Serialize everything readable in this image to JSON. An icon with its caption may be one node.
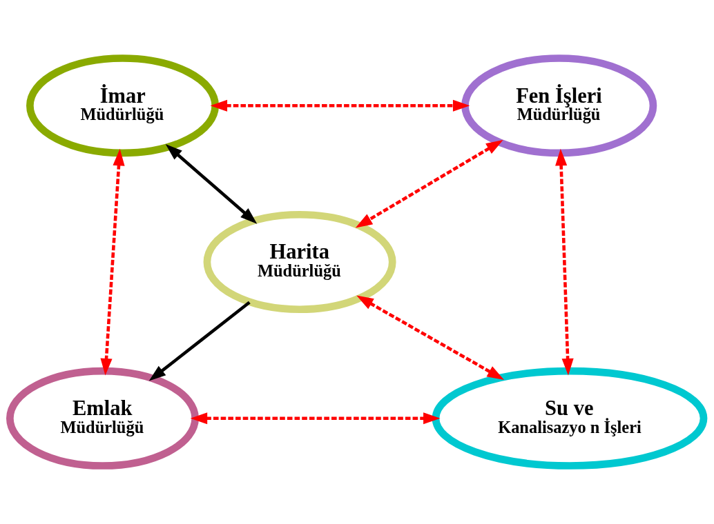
{
  "diagram": {
    "nodes": [
      {
        "text": [
          "İmar",
          "Müdürlüğü"
        ]
      },
      {
        "text": [
          "Fen İşleri",
          "Müdürlüğü"
        ]
      },
      {
        "text": [
          "Harita",
          "Müdürlüğü"
        ]
      },
      {
        "text": [
          "Emlak",
          "Müdürlüğü"
        ]
      },
      {
        "text": [
          "Su ve",
          "Kanalisazyo n İşleri"
        ]
      }
    ],
    "edges": [
      {
        "from": 0,
        "to": 1,
        "arrow": "both",
        "style": "dashed"
      },
      {
        "from": 0,
        "to": 2,
        "arrow": "both",
        "color": "#000000"
      },
      {
        "from": 0,
        "to": 3,
        "arrow": "both",
        "style": "dashed"
      },
      {
        "from": 1,
        "to": 2,
        "arrow": "both",
        "style": "dashed"
      },
      {
        "from": 1,
        "to": 4,
        "arrow": "both",
        "style": "dashed"
      },
      {
        "from": 2,
        "to": 3,
        "arrow": "to",
        "color": "#000000"
      },
      {
        "from": 2,
        "to": 4,
        "arrow": "both",
        "style": "dashed"
      },
      {
        "from": 3,
        "to": 4,
        "arrow": "both",
        "style": "dashed"
      }
    ]
  }
}
